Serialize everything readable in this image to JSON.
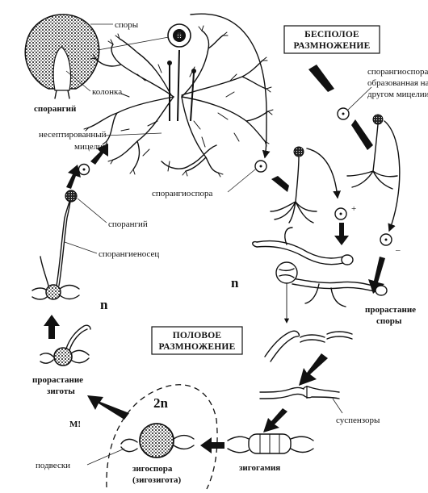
{
  "labels": {
    "spory": "споры",
    "kolonka": "колонка",
    "sporangiy_top": "спорангий",
    "neseptirovanny_1": "несептированный",
    "neseptirovanny_2": "мицелий",
    "sporangiospora": "спорангиоспора",
    "sporangiy_mid": "спорангий",
    "sporangienosets": "спорангиеносец",
    "other_mycelium_1": "спорангиоспора,",
    "other_mycelium_2": "образованная на",
    "other_mycelium_3": "другом мицелии",
    "plus": "+",
    "minus": "–",
    "prorastanie_spory_1": "прорастание",
    "prorastanie_spory_2": "споры",
    "prorastanie_zigoty_1": "прорастание",
    "prorastanie_zigoty_2": "зиготы",
    "suspenzory": "суспензоры",
    "zigogamiya": "зигогамия",
    "zigospora_1": "зигоспора",
    "zigospora_2": "(зигозигота)",
    "podveski": "подвески",
    "meiosis": "М!"
  },
  "boxes": {
    "asexual_1": "БЕСПОЛОЕ",
    "asexual_2": "РАЗМНОЖЕНИЕ",
    "sexual_1": "ПОЛОВОЕ",
    "sexual_2": "РАЗМНОЖЕНИЕ"
  },
  "ploidy": {
    "n_mid": "n",
    "n_left": "n",
    "two_n": "2n"
  }
}
